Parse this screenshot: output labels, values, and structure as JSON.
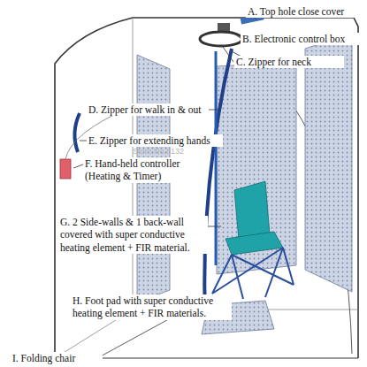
{
  "diagram": {
    "labels": [
      "A. Top hole close cover",
      "B. Electronic control box",
      "C. Zipper for neck",
      "D. Zipper for walk in & out",
      "E. Zipper for extending hands",
      "F. Hand-held controller (Heating & Timer)",
      "G. 2 Side-walls & 1 back-wall covered with super conductive heating element + FIR material.",
      "H. Foot pad with super conductive heating element + FIR materials.",
      "I. Folding chair",
      "Store No.8132"
    ]
  }
}
